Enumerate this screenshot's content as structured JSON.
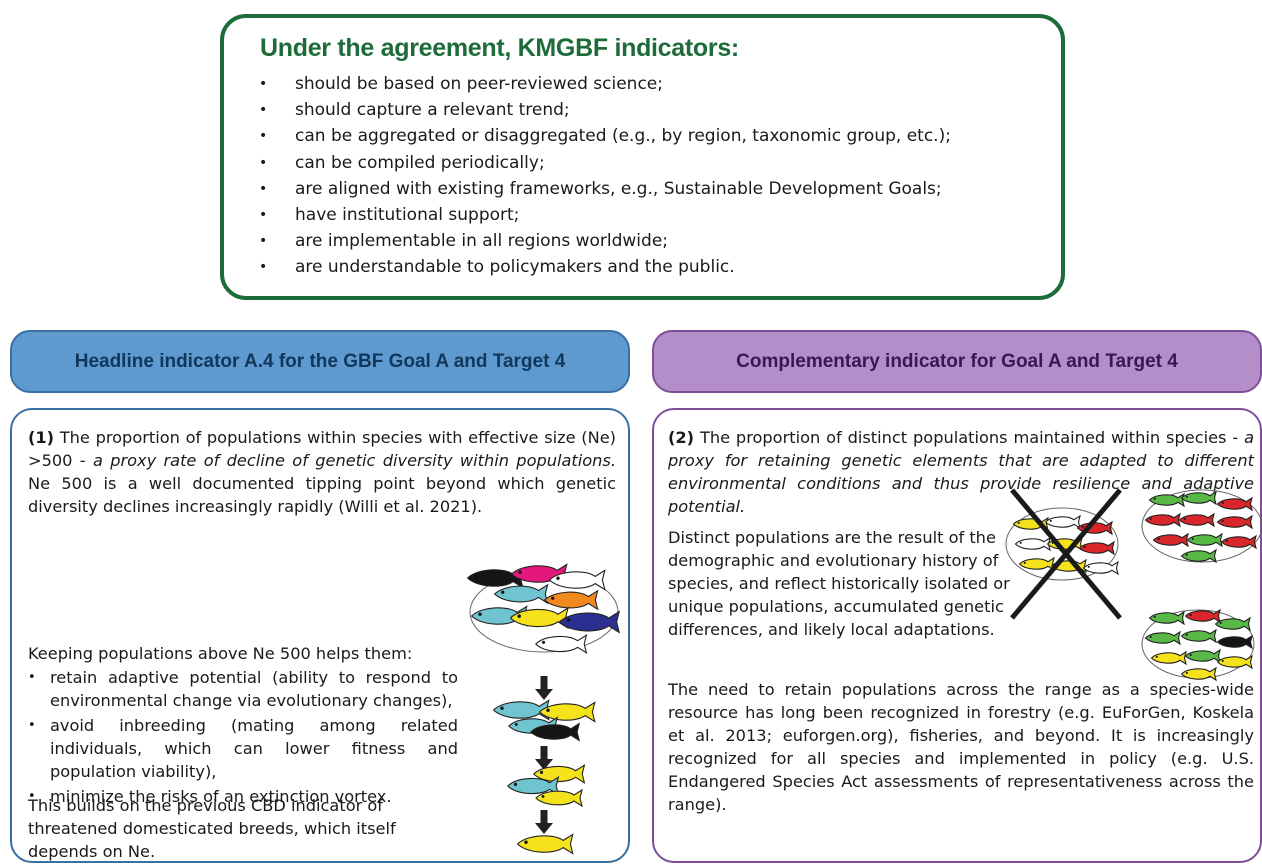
{
  "criteria": {
    "title": "Under the agreement, KMGBF indicators:",
    "items": [
      "should be based on peer-reviewed science;",
      "should capture a relevant trend;",
      "can be aggregated or disaggregated (e.g., by region, taxonomic group, etc.);",
      "can be compiled periodically;",
      "are aligned with existing frameworks, e.g., Sustainable Development Goals;",
      "have institutional support;",
      "are implementable in all regions worldwide;",
      "are understandable to policymakers and the public."
    ]
  },
  "left": {
    "header": "Headline indicator A.4 for the GBF Goal A and Target 4",
    "number": "(1)",
    "intro_plain": " The proportion of populations within species with effective size (Ne) >500 - ",
    "intro_italic": "a proxy rate of decline of genetic diversity within populations.",
    "intro_rest": " Ne 500 is a well documented tipping point beyond which genetic diversity declines increasingly rapidly (Willi et al. 2021).",
    "keeping": "Keeping populations above Ne 500 helps them:",
    "benefits": [
      "retain adaptive potential (ability to respond to environmental change via evolutionary changes),",
      "avoid inbreeding (mating among related individuals, which can lower fitness and population viability),",
      "minimize the risks of an extinction vortex."
    ],
    "closing": "This builds on the previous CBD indicator of threatened domesticated breeds, which itself depends on Ne."
  },
  "right": {
    "header": "Complementary indicator for Goal A and Target 4",
    "number": "(2)",
    "intro_plain": " The proportion of distinct populations maintained within species - ",
    "intro_italic": "a proxy for retaining genetic elements that are adapted to different environmental conditions and thus provide resilience and adaptive potential.",
    "distinct": "Distinct populations are the result of the demographic and evolutionary history of species, and reflect historically isolated or unique populations, accumulated genetic differences, and likely local adaptations.",
    "closing": "The need to retain populations across the range as a species-wide resource has long been recognized in forestry (e.g. EuForGen, Koskela et al. 2013; euforgen.org), fisheries, and beyond. It is increasingly recognized for all species and implemented in policy (e.g. U.S. Endangered Species Act assessments of representativeness across the range)."
  },
  "colors": {
    "green": "#1e6b3a",
    "blue_header": "#5e9ad0",
    "purple_header": "#b48ec8",
    "fish_yellow": "#f5e11c",
    "fish_red": "#d9262a",
    "fish_green": "#58b947",
    "fish_cyan": "#6fc4cf",
    "fish_black": "#151515",
    "fish_magenta": "#e4177e",
    "fish_orange": "#f08a1f",
    "fish_navy": "#2b2f8f"
  }
}
